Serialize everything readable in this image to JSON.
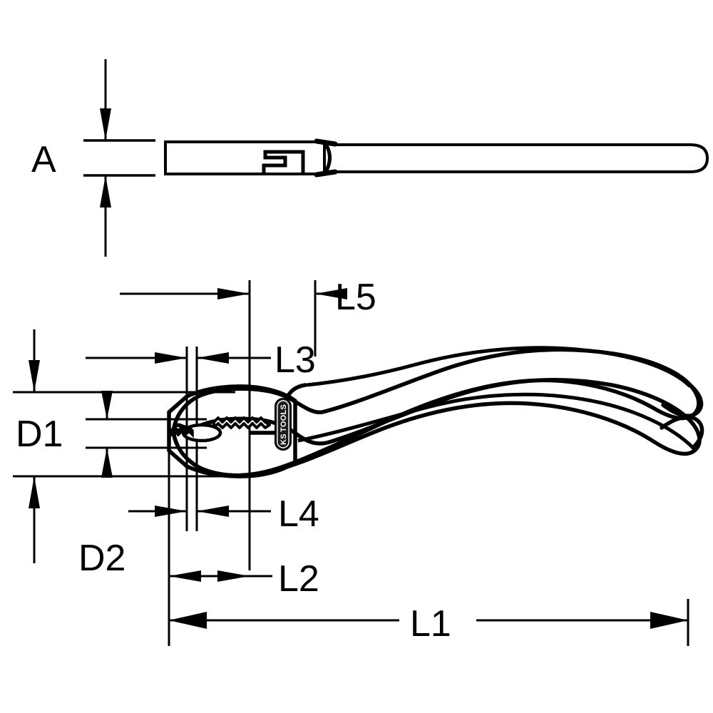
{
  "drawing": {
    "title": "Slip joint pliers dimensioned technical drawing",
    "line_color": "#000000",
    "background_color": "#ffffff",
    "views": [
      {
        "name": "side-profile-view",
        "description": "Thin edge-on profile of pliers handle"
      },
      {
        "name": "plan-view",
        "description": "Plan view of slip joint pliers with jaws and handles"
      }
    ]
  },
  "dimensions": {
    "a": {
      "label": "A",
      "orientation": "vertical",
      "view": "side-profile-view"
    },
    "d1": {
      "label": "D1",
      "orientation": "vertical",
      "view": "plan-view"
    },
    "d2": {
      "label": "D2",
      "orientation": "vertical",
      "view": "plan-view"
    },
    "l1": {
      "label": "L1",
      "orientation": "horizontal",
      "view": "plan-view"
    },
    "l2": {
      "label": "L2",
      "orientation": "horizontal",
      "view": "plan-view"
    },
    "l3": {
      "label": "L3",
      "orientation": "horizontal",
      "view": "plan-view"
    },
    "l4": {
      "label": "L4",
      "orientation": "horizontal",
      "view": "plan-view"
    },
    "l5": {
      "label": "L5",
      "orientation": "horizontal",
      "view": "plan-view"
    }
  },
  "branding": {
    "logo_name": "ks-tools-logo",
    "ks": "KS",
    "tools": "TOOLS"
  }
}
